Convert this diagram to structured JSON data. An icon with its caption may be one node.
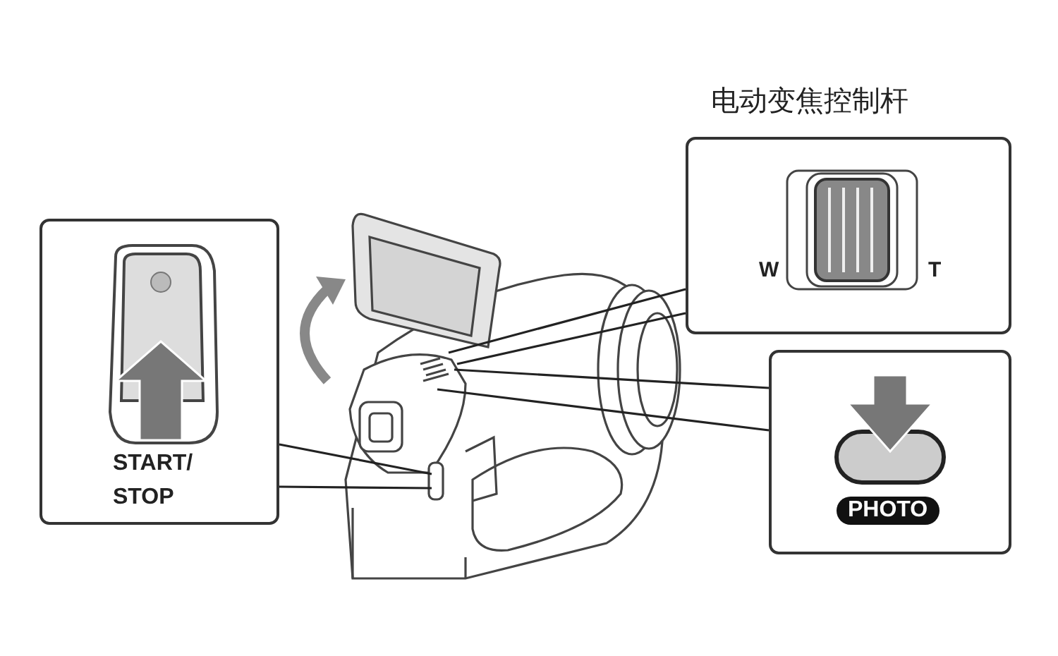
{
  "diagram": {
    "nodes": [
      {
        "text": [
          "START/ STOP"
        ]
      },
      {
        "text": [
          "电动变焦控制杆",
          "W",
          "T"
        ]
      },
      {
        "text": [
          "PHOTO"
        ]
      }
    ],
    "edges": [
      {
        "from": 0,
        "to": null,
        "arrow": "none"
      },
      {
        "from": 0,
        "to": null,
        "arrow": "none"
      },
      {
        "from": 1,
        "to": null,
        "arrow": "none"
      },
      {
        "from": 1,
        "to": null,
        "arrow": "none"
      },
      {
        "from": 2,
        "to": null,
        "arrow": "none"
      },
      {
        "from": 2,
        "to": null,
        "arrow": "none"
      }
    ]
  }
}
